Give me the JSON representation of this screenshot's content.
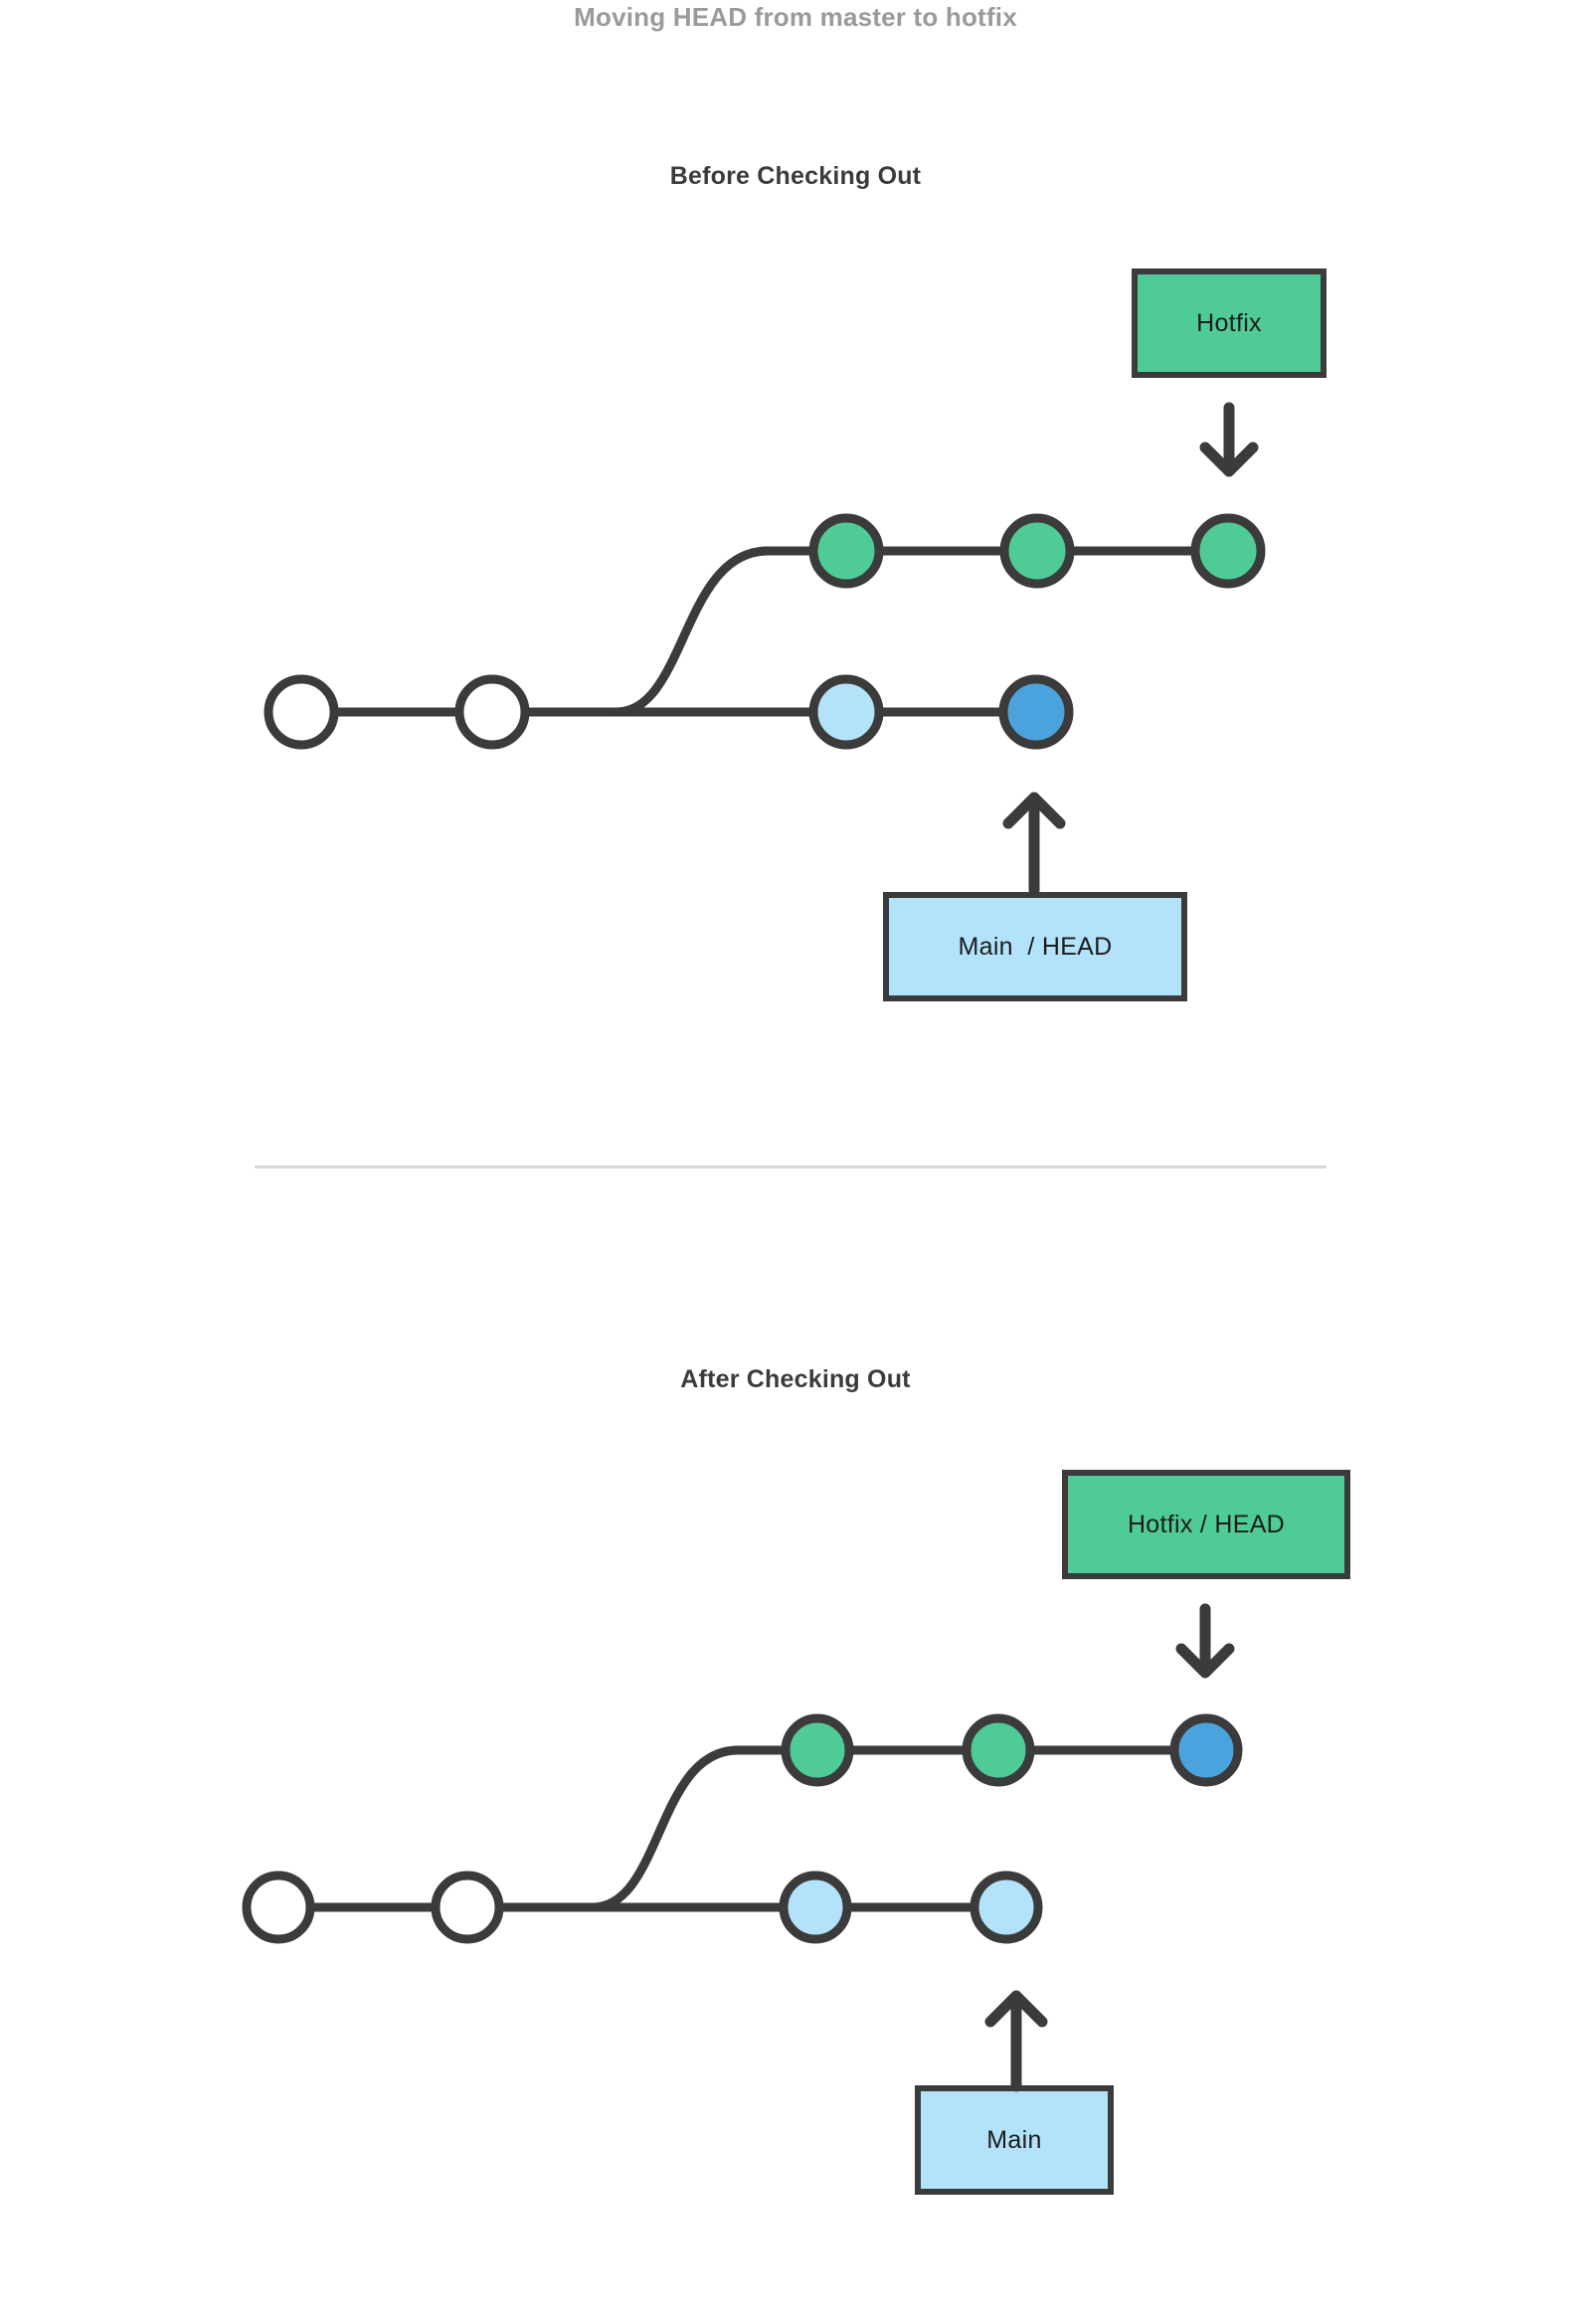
{
  "document": {
    "title": "Moving HEAD from master to hotfix",
    "title_color": "#9a9a9a"
  },
  "palette": {
    "stroke": "#3b3b3b",
    "node_white": "#ffffff",
    "node_green": "#4ecb96",
    "node_light_blue": "#b3e2fb",
    "node_blue": "#4ba3dd",
    "box_green": "#4ecb96",
    "box_blue": "#b3e2fb",
    "divider": "#d6d6d6",
    "text_dark": "#3b3b3b"
  },
  "sections": [
    {
      "id": "before",
      "heading": "Before Checking Out",
      "branch_label_box": {
        "text": "Hotfix",
        "fill": "#4ecb96"
      },
      "head_label_box": {
        "text": "Main  / HEAD",
        "fill": "#b3e2fb"
      },
      "arrow_down": "arrow-down-icon",
      "arrow_up": "arrow-up-icon",
      "hotfix_branch": {
        "name": "hotfix",
        "nodes": [
          {
            "id": "h1",
            "fill": "#4ecb96"
          },
          {
            "id": "h2",
            "fill": "#4ecb96"
          },
          {
            "id": "h3",
            "fill": "#4ecb96"
          }
        ]
      },
      "main_branch": {
        "name": "main",
        "nodes": [
          {
            "id": "m1",
            "fill": "#ffffff"
          },
          {
            "id": "m2",
            "fill": "#ffffff"
          },
          {
            "id": "m3",
            "fill": "#b3e2fb"
          },
          {
            "id": "m4",
            "fill": "#4ba3dd"
          }
        ]
      }
    },
    {
      "id": "after",
      "heading": "After Checking Out",
      "branch_label_box": {
        "text": "Hotfix / HEAD",
        "fill": "#4ecb96"
      },
      "head_label_box": {
        "text": "Main",
        "fill": "#b3e2fb"
      },
      "arrow_down": "arrow-down-icon",
      "arrow_up": "arrow-up-icon",
      "hotfix_branch": {
        "name": "hotfix",
        "nodes": [
          {
            "id": "h1",
            "fill": "#4ecb96"
          },
          {
            "id": "h2",
            "fill": "#4ecb96"
          },
          {
            "id": "h3",
            "fill": "#4ba3dd"
          }
        ]
      },
      "main_branch": {
        "name": "main",
        "nodes": [
          {
            "id": "m1",
            "fill": "#ffffff"
          },
          {
            "id": "m2",
            "fill": "#ffffff"
          },
          {
            "id": "m3",
            "fill": "#b3e2fb"
          },
          {
            "id": "m4",
            "fill": "#b3e2fb"
          }
        ]
      }
    }
  ]
}
